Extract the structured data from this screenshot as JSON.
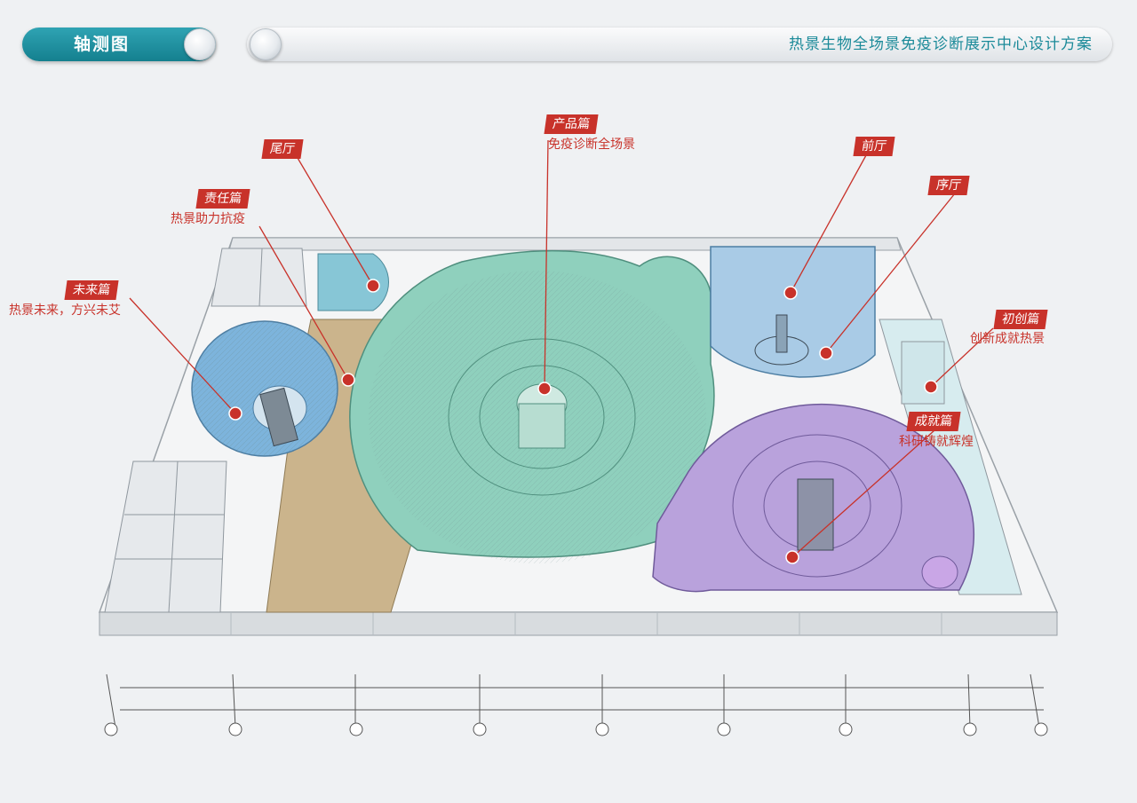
{
  "header": {
    "title": "轴测图",
    "project_title": "热景生物全场景免疫诊断展示中心设计方案"
  },
  "zones": [
    {
      "id": "product",
      "name": "产品篇",
      "subtitle": "免疫诊断全场景"
    },
    {
      "id": "tail-hall",
      "name": "尾厅",
      "subtitle": ""
    },
    {
      "id": "responsibility",
      "name": "责任篇",
      "subtitle": "热景助力抗疫"
    },
    {
      "id": "future",
      "name": "未来篇",
      "subtitle": "热景未来，方兴未艾"
    },
    {
      "id": "front-hall",
      "name": "前厅",
      "subtitle": ""
    },
    {
      "id": "preface-hall",
      "name": "序厅",
      "subtitle": ""
    },
    {
      "id": "founding",
      "name": "初创篇",
      "subtitle": "创新成就热景"
    },
    {
      "id": "achievement",
      "name": "成就篇",
      "subtitle": "科研铸就辉煌"
    }
  ],
  "colors": {
    "accent": "#c8322a",
    "brand_teal": "#1b8a99",
    "product_zone": "#8fd0bd",
    "future_zone": "#7db4dc",
    "responsibility_zone": "#cbb48c",
    "achievement_zone": "#b9a2dc",
    "hall_zone": "#a9cbe6"
  }
}
